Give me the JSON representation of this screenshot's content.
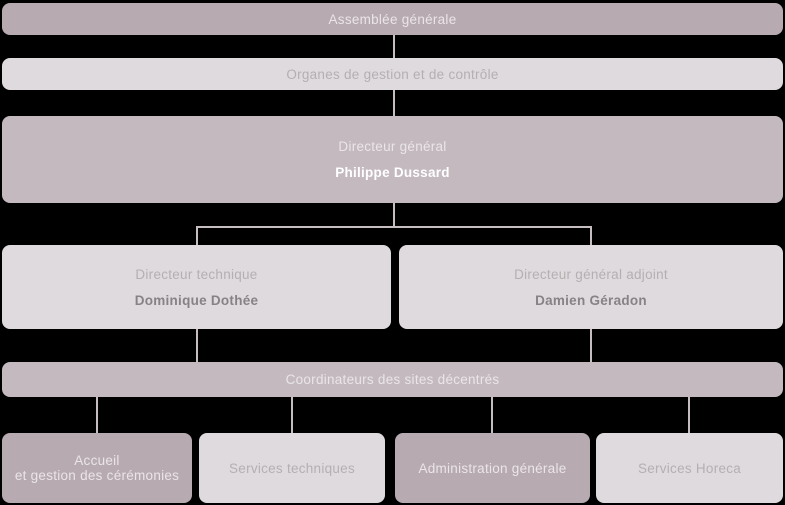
{
  "org_chart": {
    "levels": {
      "level1": {
        "assemblee": {
          "label": "Assemblée générale"
        }
      },
      "level2": {
        "organes": {
          "label": "Organes de gestion et de contrôle"
        }
      },
      "level3": {
        "directeur_general": {
          "role": "Directeur général",
          "name": "Philippe Dussard"
        }
      },
      "level4": {
        "directeur_technique": {
          "role": "Directeur technique",
          "name": "Dominique Dothée"
        },
        "directeur_general_adjoint": {
          "role": "Directeur général adjoint",
          "name": "Damien Géradon"
        }
      },
      "level5": {
        "coordinateurs": {
          "label": "Coordinateurs des sites décentrés"
        }
      },
      "level6": {
        "accueil": {
          "label_line1": "Accueil",
          "label_line2": "et gestion des cérémonies"
        },
        "services_techniques": {
          "label": "Services techniques"
        },
        "administration": {
          "label": "Administration générale"
        },
        "services_horeca": {
          "label": "Services Horeca"
        }
      }
    },
    "colors": {
      "background": "#000000",
      "box_mauve_dark": "#b7aab1",
      "box_mauve": "#c3b9bf",
      "box_light_gray": "#dedadd",
      "text_on_mauve": "#eae5e8",
      "text_on_mauve_bold": "#ffffff",
      "text_on_light": "#b4b0b2",
      "text_on_light_bold": "#868285",
      "connector_line": "#c6bdc3"
    }
  }
}
